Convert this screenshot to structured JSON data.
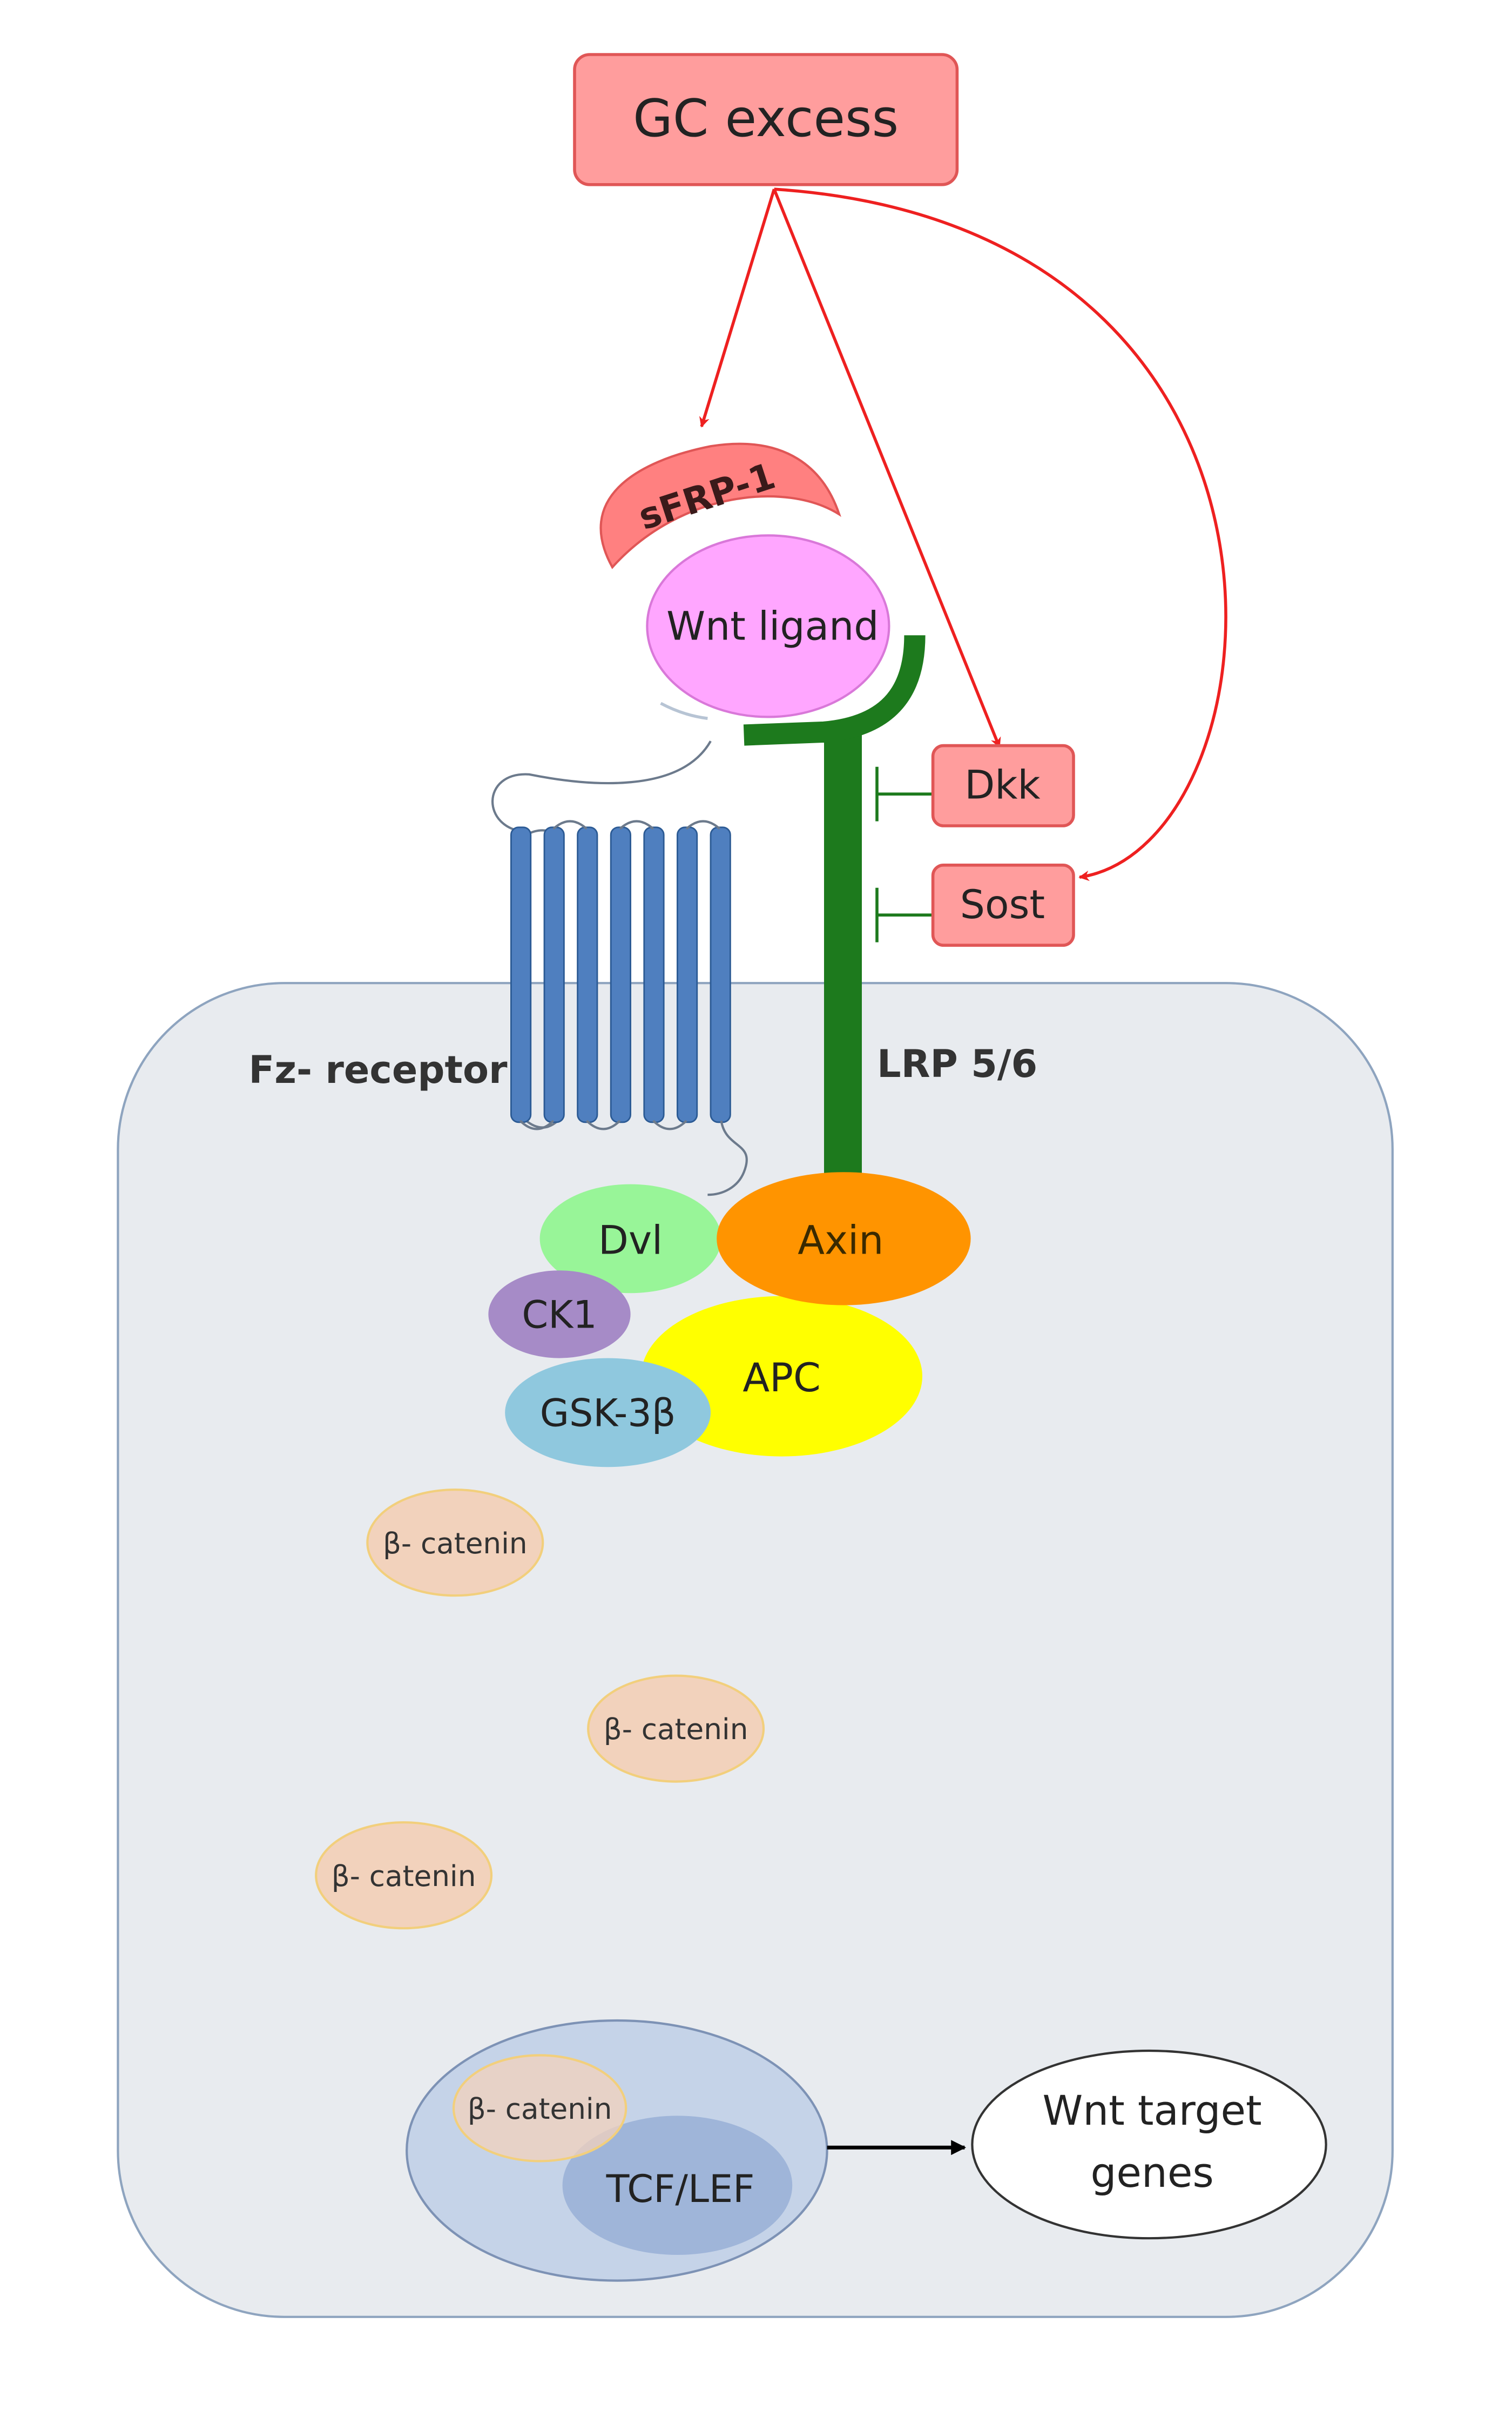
{
  "nodes": {
    "gc_excess": "GC excess",
    "sfrp1": "sFRP-1",
    "wnt_ligand": "Wnt ligand",
    "dkk": "Dkk",
    "sost": "Sost",
    "fz_receptor": "Fz- receptor",
    "lrp": "LRP 5/6",
    "dvl": "Dvl",
    "axin": "Axin",
    "ck1": "CK1",
    "apc": "APC",
    "gsk3b": "GSK-3β",
    "beta_catenin": "β- catenin",
    "tcf_lef": "TCF/LEF",
    "target_line1": "Wnt target",
    "target_line2": "genes"
  },
  "edges": [
    {
      "from": "GC excess",
      "to": "sFRP-1",
      "type": "activation"
    },
    {
      "from": "GC excess",
      "to": "Dkk",
      "type": "activation"
    },
    {
      "from": "GC excess",
      "to": "Sost",
      "type": "activation"
    },
    {
      "from": "Dkk",
      "to": "LRP 5/6",
      "type": "inhibition"
    },
    {
      "from": "Sost",
      "to": "LRP 5/6",
      "type": "inhibition"
    },
    {
      "from": "TCF/LEF",
      "to": "Wnt target genes",
      "type": "activation"
    }
  ],
  "colors": {
    "gc_fill": "#ff9d9d",
    "gc_stroke": "#e05656",
    "red_arrow": "#ee2020",
    "wnt_fill": "#ffa6ff",
    "lrp_green": "#1d7a1d",
    "fz_blue": "#4f7fbf",
    "cell_fill": "#e8ebef",
    "cell_stroke": "#8ea4bf",
    "dvl": "#98f598",
    "axin": "#ff9400",
    "ck1": "#a68bc7",
    "apc": "#ffff00",
    "gsk3b": "#8fc8de",
    "beta_catenin": "#f2d2bc",
    "nucleus": "#c5d3e8",
    "tcf_lef": "#9fb5d9"
  }
}
